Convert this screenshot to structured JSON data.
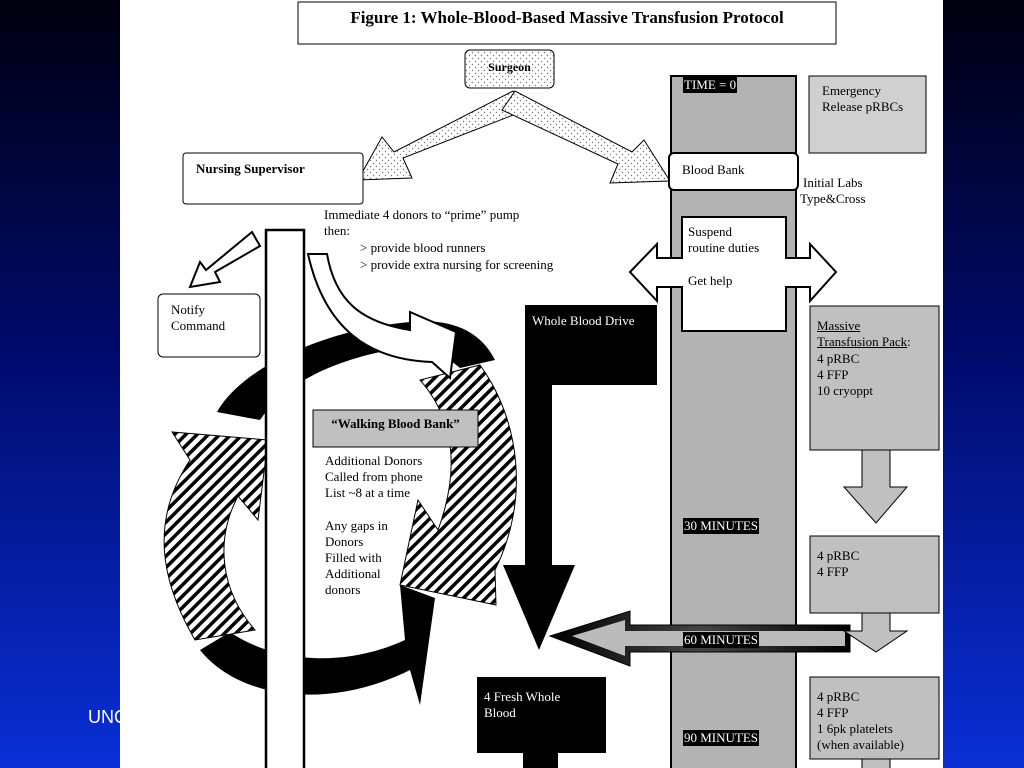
{
  "footer": {
    "text": "UNC"
  },
  "figure": {
    "title": "Figure 1: Whole-Blood-Based Massive Transfusion Protocol",
    "surgeon": "Surgeon",
    "nursing_supervisor": "Nursing Supervisor",
    "supervisor_instructions": {
      "line1": "Immediate 4 donors to “prime” pump",
      "line2": "then:",
      "line3": "> provide blood runners",
      "line4": "> provide extra nursing for screening"
    },
    "notify_command": "Notify\nCommand",
    "walking_blood_bank": {
      "label": "“Walking Blood Bank”",
      "text1": "Additional Donors\nCalled from phone\nList ~8 at a time",
      "text2": "Any gaps in\nDonors\nFilled with\nAdditional\ndonors"
    },
    "whole_blood_drive": "Whole Blood Drive",
    "fresh_whole_blood": "4 Fresh Whole\nBlood",
    "timeline": {
      "time0": "TIME = 0",
      "min30": "30 MINUTES",
      "min60": "60 MINUTES",
      "min90": "90 MINUTES"
    },
    "blood_bank": "Blood Bank",
    "initial_labs": "Initial Labs\nType&Cross",
    "suspend": "Suspend\nroutine duties",
    "get_help": "Get help",
    "emergency_release": "Emergency\nRelease pRBCs",
    "massive_pack": {
      "title": "Massive\nTransfusion Pack",
      "suffix": ":",
      "items": "4 pRBC\n4 FFP\n10 cryoppt"
    },
    "pack_30": "4 pRBC\n4 FFP",
    "pack_90": "4 pRBC\n4 FFP\n1 6pk platelets\n(when available)"
  },
  "colors": {
    "background_top": "#000010",
    "background_bottom": "#0a2fd6",
    "timeline_gray": "#b3b3b3",
    "box_gray": "#c0c0c0",
    "black": "#000000"
  }
}
